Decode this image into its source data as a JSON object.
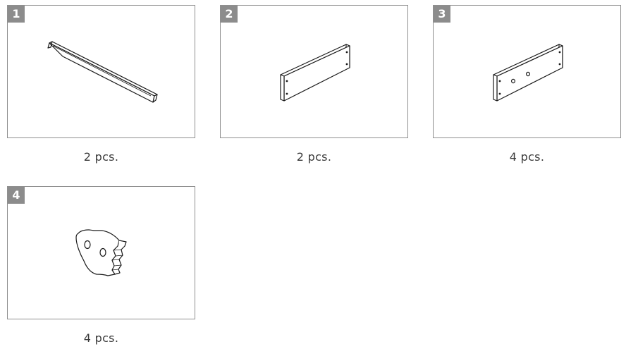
{
  "parts": [
    {
      "number": "1",
      "quantity": "2 pcs.",
      "icon": "diagonal-slat-icon"
    },
    {
      "number": "2",
      "quantity": "2 pcs.",
      "icon": "two-hole-board-icon"
    },
    {
      "number": "3",
      "quantity": "4 pcs.",
      "icon": "four-hole-board-icon"
    },
    {
      "number": "4",
      "quantity": "4 pcs.",
      "icon": "corner-bracket-icon"
    }
  ],
  "colors": {
    "frame": "#8f8f8f",
    "badge": "#8c8c8c",
    "badge_text": "#ffffff",
    "line": "#1a1a1a",
    "text": "#3a3a3a"
  }
}
